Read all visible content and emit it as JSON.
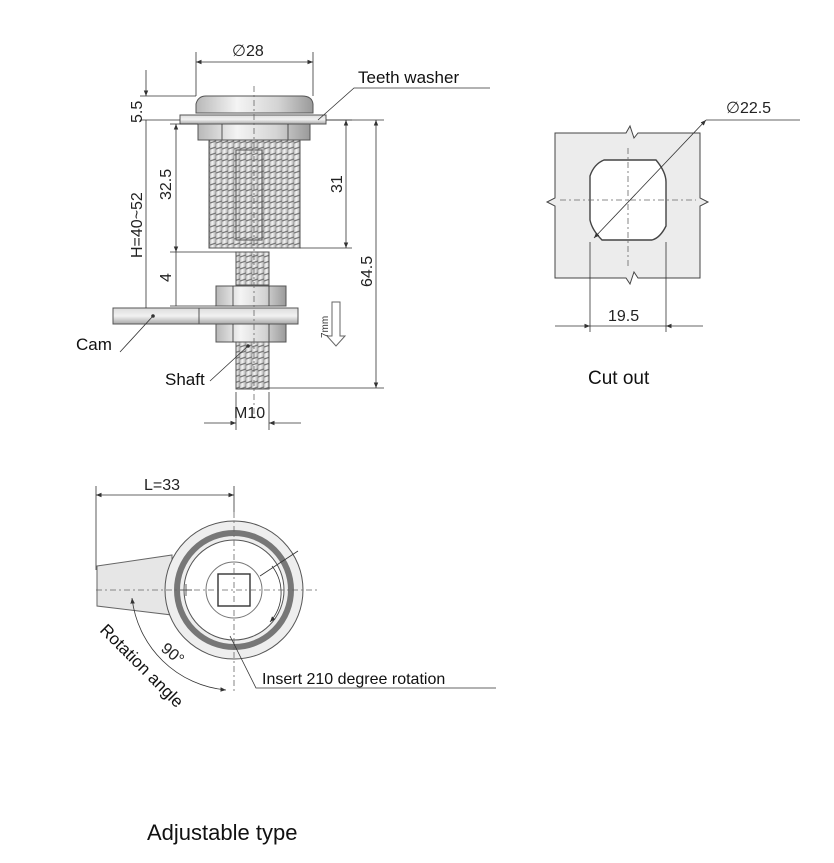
{
  "front_view": {
    "dia_top": "∅28",
    "teeth_washer": "Teeth washer",
    "dim_5_5": "5.5",
    "dim_32_5": "32.5",
    "dim_h": "H=40~52",
    "dim_4": "4",
    "dim_31": "31",
    "dim_64_5": "64.5",
    "stroke": "7mm",
    "cam": "Cam",
    "shaft": "Shaft",
    "thread": "M10"
  },
  "cutout_view": {
    "dia": "∅22.5",
    "width": "19.5",
    "caption": "Cut out"
  },
  "cam_view": {
    "length": "L=33",
    "angle": "90°",
    "rotation_angle": "Rotation angle",
    "insert": "Insert 210 degree rotation"
  },
  "caption": "Adjustable type"
}
